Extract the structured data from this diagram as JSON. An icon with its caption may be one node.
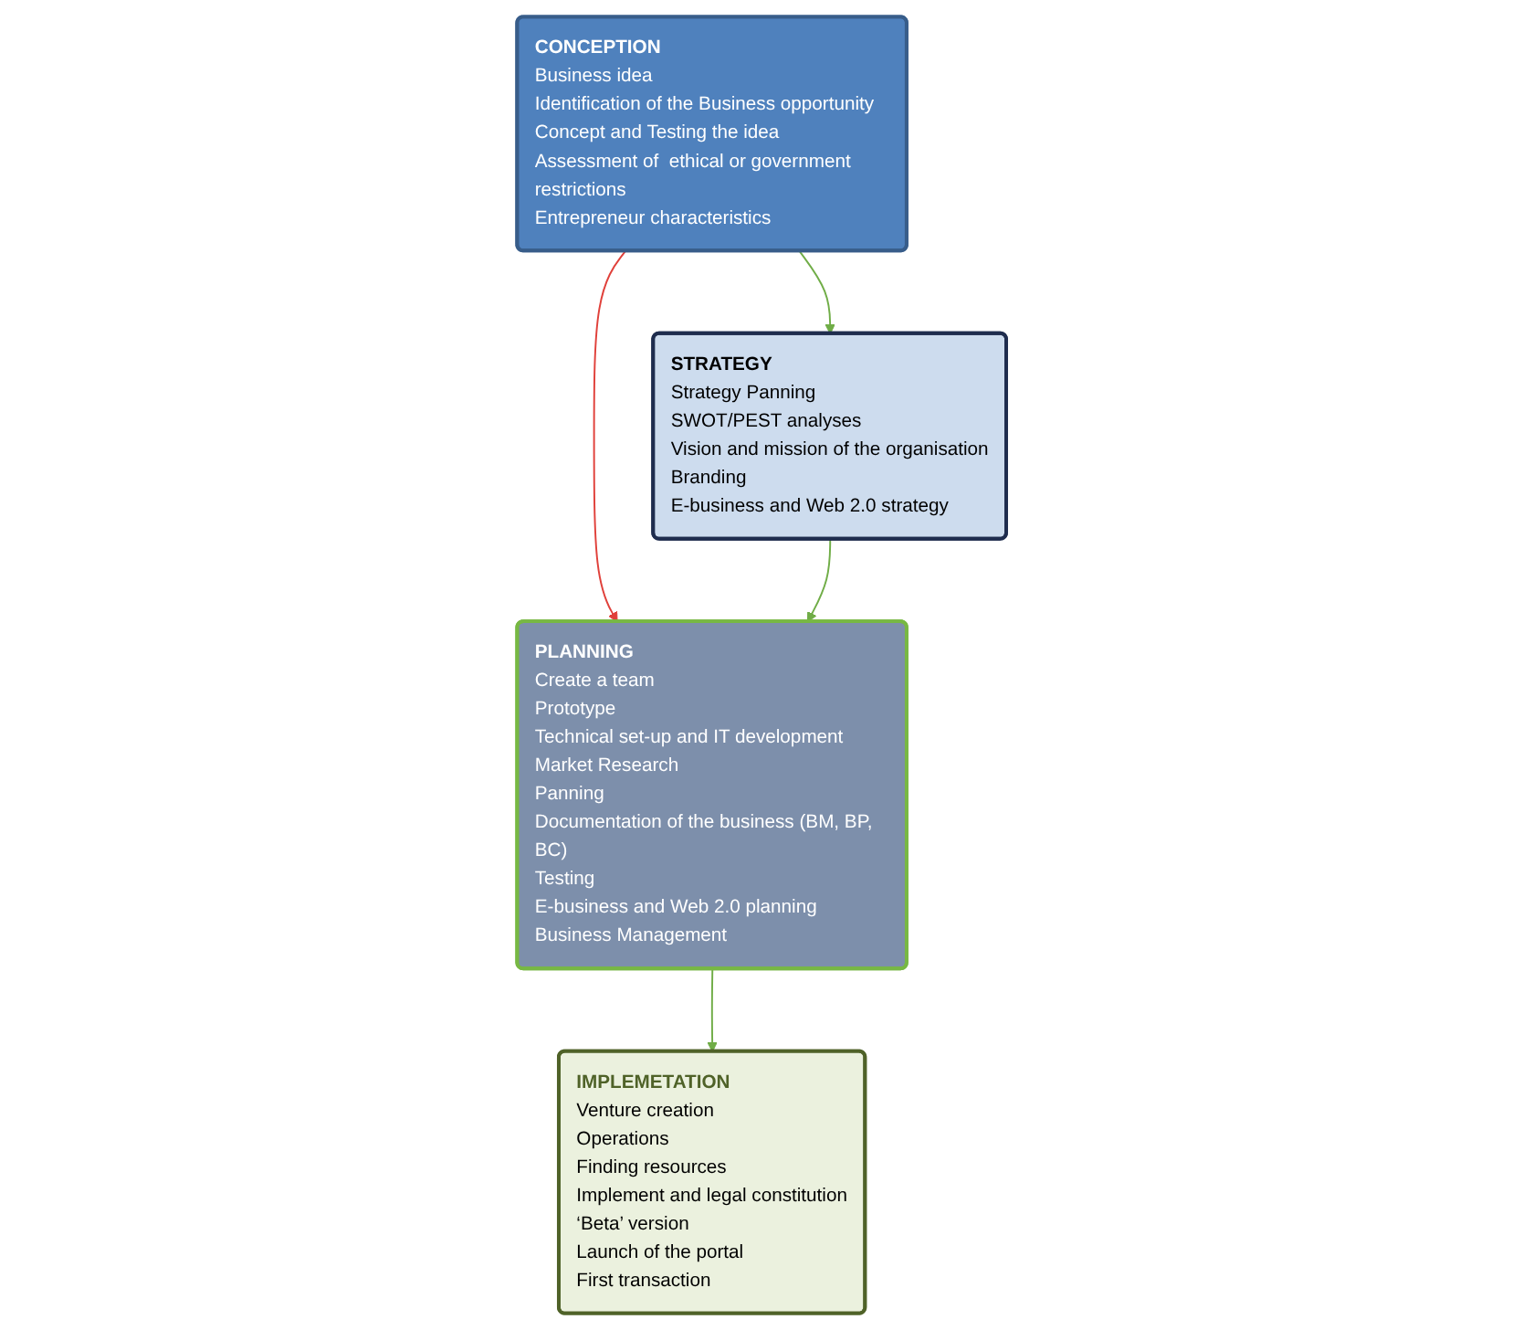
{
  "diagram": {
    "nodes": [
      {
        "text": [
          "CONCEPTION",
          "Business idea",
          "Identification of the Business opportunity",
          "Concept and Testing the idea",
          "Assessment of  ethical or government restrictions",
          "Entrepreneur characteristics"
        ]
      },
      {
        "text": [
          "PLANNING",
          "Create a team",
          "Prototype",
          "Technical set-up and IT development",
          "Market Research",
          "Panning",
          "Documentation of the business (BM, BP, BC)",
          "Testing",
          "E-business and Web 2.0 planning",
          "Business Management"
        ]
      },
      {
        "text": [
          "STRATEGY",
          "Strategy Panning",
          "SWOT/PEST analyses",
          "Vision and mission of the organisation",
          "Branding",
          "E-business and Web 2.0 strategy"
        ]
      },
      {
        "text": [
          "IMPLEMETATION",
          "Venture creation",
          "Operations",
          "Finding resources",
          "Implement and legal constitution",
          "‘Beta’ version",
          "Launch of the portal",
          "First transaction"
        ]
      }
    ],
    "edges": [
      {
        "from": 0,
        "to": 1,
        "arrow": "to",
        "color": "#e0403a"
      },
      {
        "from": 0,
        "to": 2,
        "arrow": "to"
      },
      {
        "from": 2,
        "to": 1,
        "arrow": "to"
      },
      {
        "from": 1,
        "to": 3,
        "arrow": "to"
      }
    ]
  }
}
